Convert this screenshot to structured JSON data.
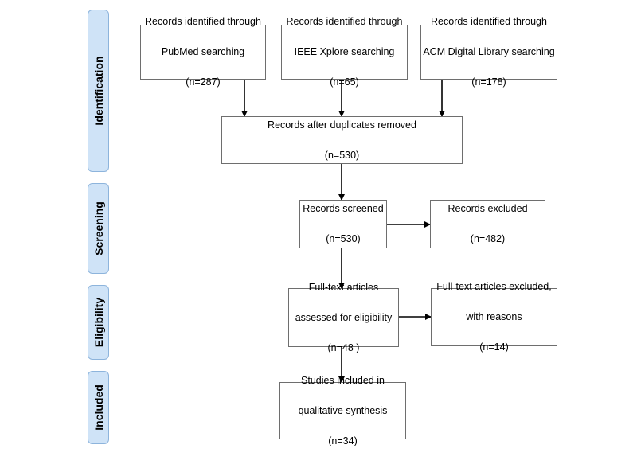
{
  "phases": [
    {
      "id": "identification",
      "label": "Identification"
    },
    {
      "id": "screening",
      "label": "Screening"
    },
    {
      "id": "eligibility",
      "label": "Eligibility"
    },
    {
      "id": "included",
      "label": "Included"
    }
  ],
  "boxes": {
    "pubmed": {
      "line1": "Records identified through",
      "line2": "PubMed searching",
      "count": "(n=287)"
    },
    "ieee": {
      "line1": "Records identified through",
      "line2": "IEEE Xplore searching",
      "count": "(n=65)"
    },
    "acm": {
      "line1": "Records identified through",
      "line2": "ACM Digital Library searching",
      "count": "(n=178)"
    },
    "dedup": {
      "line1": "Records after duplicates removed",
      "count": "(n=530)"
    },
    "screened": {
      "line1": "Records screened",
      "count": "(n=530)"
    },
    "excluded": {
      "line1": "Records excluded",
      "count": "(n=482)"
    },
    "fulltext": {
      "line1": "Full-text articles",
      "line2": "assessed for eligibility",
      "count": "(n=48 )"
    },
    "fulltext_excluded": {
      "line1": "Full-text articles excluded,",
      "line2": "with reasons",
      "count": "(n=14)"
    },
    "included": {
      "line1": "Studies included in",
      "line2": "qualitative synthesis",
      "count": "(n=34)"
    }
  }
}
